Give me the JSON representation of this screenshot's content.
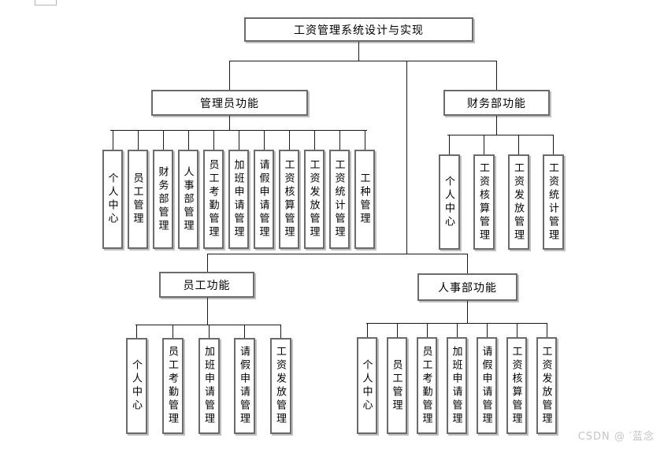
{
  "root": {
    "label": "工资管理系统设计与实现"
  },
  "groups": [
    {
      "label": "管理员功能",
      "children": [
        "个人中心",
        "员工管理",
        "财务部管理",
        "人事部管理",
        "员工考勤管理",
        "加班申请管理",
        "请假申请管理",
        "工资核算管理",
        "工资发放管理",
        "工资统计管理",
        "工种管理"
      ]
    },
    {
      "label": "财务部功能",
      "children": [
        "个人中心",
        "工资核算管理",
        "工资发放管理",
        "工资统计管理"
      ]
    },
    {
      "label": "员工功能",
      "children": [
        "个人中心",
        "员工考勤管理",
        "加班申请管理",
        "请假申请管理",
        "工资发放管理"
      ]
    },
    {
      "label": "人事部功能",
      "children": [
        "个人中心",
        "员工管理",
        "员工考勤管理",
        "加班申请管理",
        "请假申请管理",
        "工资核算管理",
        "工资发放管理"
      ]
    }
  ],
  "watermark": "CSDN @ ′蓝念",
  "colors": {
    "line": "#1a1a1a",
    "box_border": "#6b6b6b",
    "box_shadow": "#c0c0c0",
    "watermark": "#c5c5c5",
    "background": "#ffffff"
  }
}
